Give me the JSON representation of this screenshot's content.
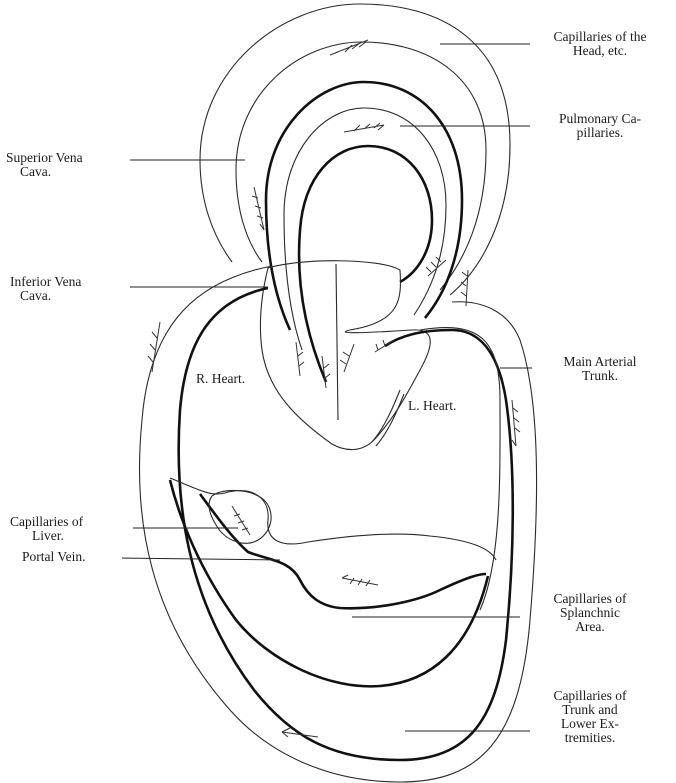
{
  "labels": {
    "head_capillaries": [
      "Capillaries of the",
      "Head, etc."
    ],
    "pulmonary_capillaries": [
      "Pulmonary Ca-",
      "pillaries."
    ],
    "superior_vena_cava": [
      "Superior Vena",
      "Cava."
    ],
    "inferior_vena_cava": [
      "Inferior Vena",
      "Cava."
    ],
    "main_arterial_trunk": [
      "Main Arterial",
      "Trunk."
    ],
    "right_heart": "R. Heart.",
    "left_heart": "L. Heart.",
    "liver_capillaries": [
      "Capillaries of",
      "Liver."
    ],
    "portal_vein": "Portal Vein.",
    "splanchnic_capillaries": [
      "Capillaries of",
      "Splanchnic",
      "Area."
    ],
    "trunk_capillaries": [
      "Capillaries of",
      "Trunk and",
      "Lower Ex-",
      "tremities."
    ]
  }
}
